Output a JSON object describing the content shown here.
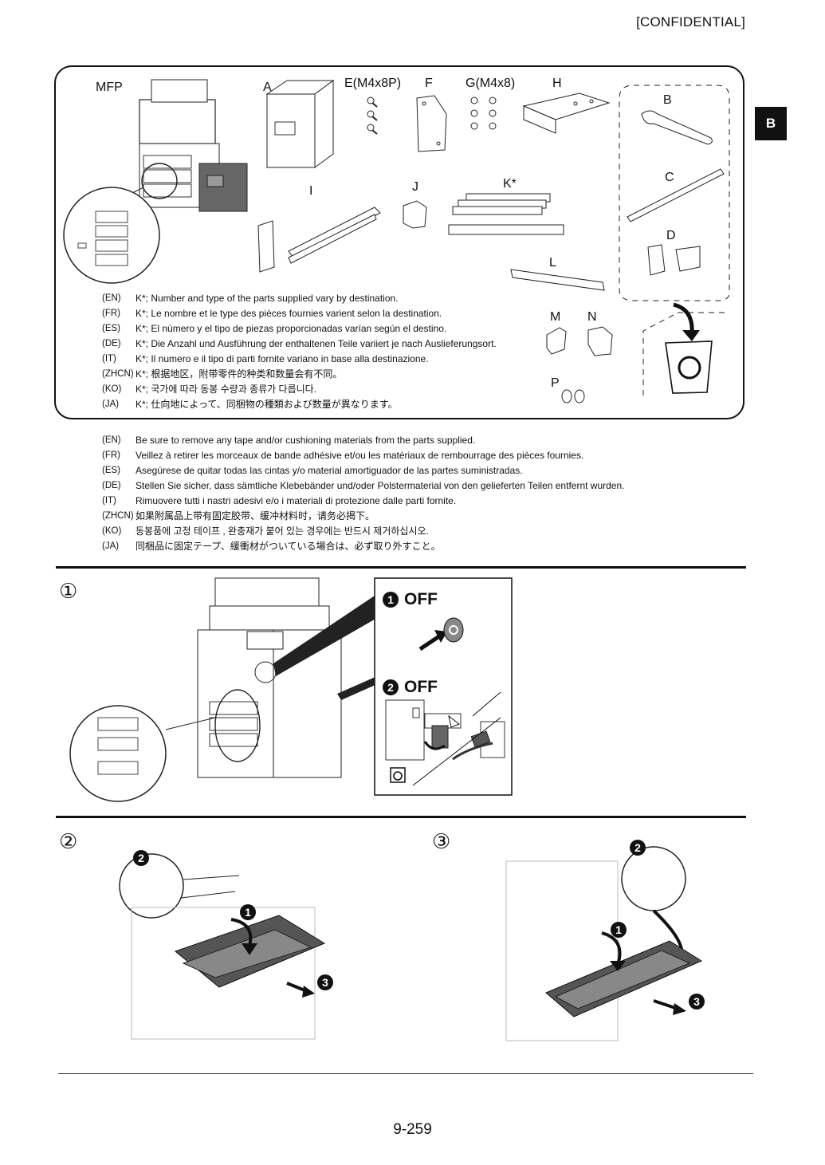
{
  "header": {
    "confidential": "[CONFIDENTIAL]",
    "section_tab": "B"
  },
  "parts": {
    "labels": {
      "mfp": "MFP",
      "a": "A",
      "e": "E(M4x8P)",
      "f": "F",
      "g": "G(M4x8)",
      "h": "H",
      "b": "B",
      "c": "C",
      "d": "D",
      "i": "I",
      "j": "J",
      "k": "K*",
      "l": "L",
      "m": "M",
      "n": "N",
      "p": "P"
    },
    "notes": [
      {
        "code": "(EN)",
        "text": "K*; Number and type of the parts supplied vary by destination."
      },
      {
        "code": "(FR)",
        "text": "K*; Le nombre et le type des pièces fournies varient selon la destination."
      },
      {
        "code": "(ES)",
        "text": "K*; El número y el tipo de piezas proporcionadas varían según el destino."
      },
      {
        "code": "(DE)",
        "text": "K*; Die Anzahl und Ausführung der enthaltenen Teile variiert je nach Auslieferungsort."
      },
      {
        "code": "(IT)",
        "text": "K*; Il numero e il tipo di parti fornite variano in base alla destinazione."
      },
      {
        "code": "(ZHCN)",
        "text": "K*; 根据地区，附带零件的种类和数量会有不同。"
      },
      {
        "code": "(KO)",
        "text": "K*; 국가에 따라 동봉 수량과 종류가 다릅니다."
      },
      {
        "code": "(JA)",
        "text": "K*; 仕向地によって、同梱物の種類および数量が異なります。"
      }
    ]
  },
  "remove_notes": [
    {
      "code": "(EN)",
      "text": "Be sure to remove any tape and/or cushioning materials from the parts supplied."
    },
    {
      "code": "(FR)",
      "text": "Veillez à retirer les morceaux de bande adhésive et/ou les matériaux de rembourrage des pièces fournies."
    },
    {
      "code": "(ES)",
      "text": "Asegúrese de quitar todas las cintas y/o material amortiguador de las partes suministradas."
    },
    {
      "code": "(DE)",
      "text": "Stellen Sie sicher, dass sämtliche Klebebänder und/oder Polstermaterial von den gelieferten Teilen entfernt wurden."
    },
    {
      "code": "(IT)",
      "text": "Rimuovere tutti i nastri adesivi e/o i materiali di protezione dalle parti fornite."
    },
    {
      "code": "(ZHCN)",
      "text": "如果附属品上带有固定胶带、缓冲材料时，请务必揭下。"
    },
    {
      "code": "(KO)",
      "text": "동봉품에 고정 테이프 , 완충재가 붙어 있는 경우에는 반드시 제거하십시오."
    },
    {
      "code": "(JA)",
      "text": "同梱品に固定テープ、緩衝材がついている場合は、必ず取り外すこと。"
    }
  ],
  "steps": {
    "step1": {
      "number": "①",
      "off1_badge": "❶",
      "off1": "OFF",
      "off2_badge": "❷",
      "off2": "OFF"
    },
    "step2": {
      "number": "②",
      "callouts": [
        "❷",
        "❶",
        "❸"
      ]
    },
    "step3": {
      "number": "③",
      "callouts": [
        "❷",
        "❶",
        "❸"
      ]
    }
  },
  "footer": {
    "page_number": "9-259"
  }
}
